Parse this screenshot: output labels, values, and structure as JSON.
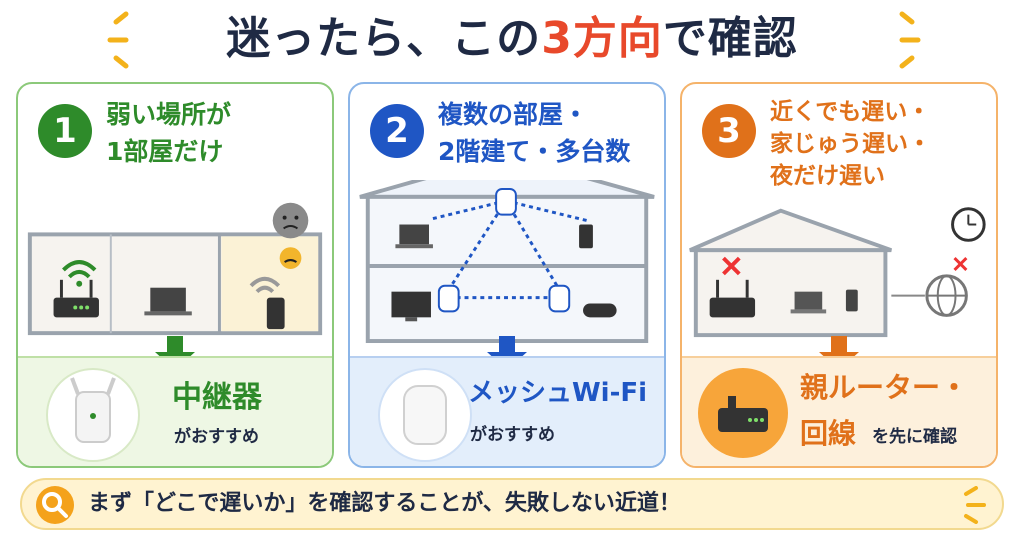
{
  "title": {
    "part1": "迷ったら、この",
    "num": "3",
    "part2": "方向",
    "part3": "で確認"
  },
  "cards": [
    {
      "number": "1",
      "heading_line1": "弱い場所が",
      "heading_line2": "1部屋だけ",
      "result_main": "中継器",
      "result_sub": "がおすすめ",
      "color": "#2e8b2a"
    },
    {
      "number": "2",
      "heading_line1": "複数の部屋・",
      "heading_line2": "2階建て・多台数",
      "result_main": "メッシュWi-Fi",
      "result_sub": "がおすすめ",
      "color": "#1f56c4"
    },
    {
      "number": "3",
      "heading_line1": "近くでも遅い・",
      "heading_line2": "家じゅう遅い・",
      "heading_line3": "夜だけ遅い",
      "result_main1": "親ルーター・",
      "result_main2": "回線",
      "result_sub": "を先に確認",
      "color": "#e0711a"
    }
  ],
  "bottom_text": "まず「どこで遅いか」を確認することが、失敗しない近道！",
  "icons": [
    "sparkle-icon",
    "router-icon",
    "laptop-icon",
    "smartphone-icon",
    "wifi-icon",
    "mesh-node-icon",
    "tv-icon",
    "gamepad-icon",
    "clock-icon",
    "globe-icon",
    "extender-icon",
    "search-icon",
    "angry-face-icon",
    "gloomy-face-icon",
    "x-mark-icon"
  ]
}
